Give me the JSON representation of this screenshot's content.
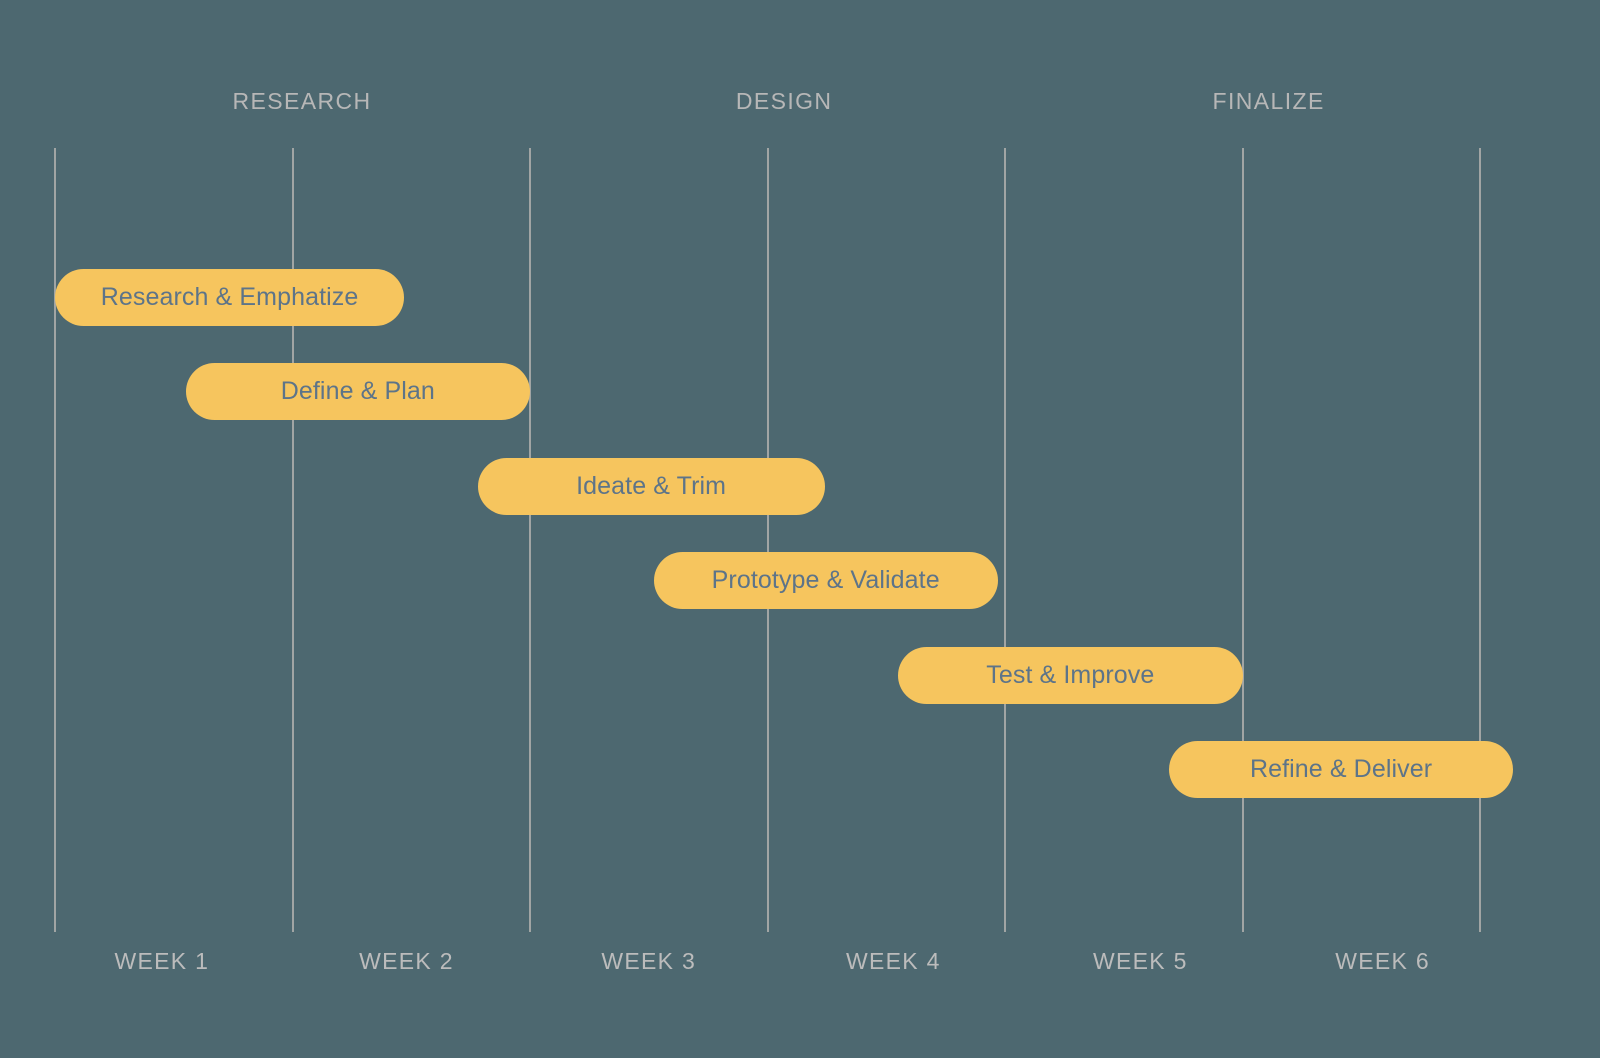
{
  "chart_data": {
    "type": "bar",
    "chart_kind": "gantt",
    "title": "",
    "xlabel": "",
    "ylabel": "",
    "background_color": "#4d6870",
    "bar_color": "#f6c55e",
    "bar_text_color": "#5d7489",
    "gridline_color": "#b0b0ad",
    "label_color": "#b7b7b7",
    "grid": true,
    "legend": "none",
    "x_unit": "week",
    "xlim": [
      0,
      6
    ],
    "categories": [
      "Research & Emphatize",
      "Define & Plan",
      "Ideate & Trim",
      "Prototype & Validate",
      "Test & Improve",
      "Refine & Deliver"
    ],
    "tasks": [
      {
        "name": "Research & Emphatize",
        "start_week": 0.0,
        "end_week": 1.47,
        "row": 0
      },
      {
        "name": "Define & Plan",
        "start_week": 0.55,
        "end_week": 2.0,
        "row": 1
      },
      {
        "name": "Ideate & Trim",
        "start_week": 1.78,
        "end_week": 3.24,
        "row": 2
      },
      {
        "name": "Prototype & Validate",
        "start_week": 2.52,
        "end_week": 3.97,
        "row": 3
      },
      {
        "name": "Test & Improve",
        "start_week": 3.55,
        "end_week": 5.0,
        "row": 4
      },
      {
        "name": "Refine & Deliver",
        "start_week": 4.69,
        "end_week": 6.14,
        "row": 5
      }
    ],
    "phases": [
      {
        "label": "RESEARCH",
        "center_week": 1.04
      },
      {
        "label": "DESIGN",
        "center_week": 3.07
      },
      {
        "label": "FINALIZE",
        "center_week": 5.11
      }
    ],
    "week_ticks": [
      {
        "label": "WEEK 1",
        "center_week": 0.45
      },
      {
        "label": "WEEK 2",
        "center_week": 1.48
      },
      {
        "label": "WEEK 3",
        "center_week": 2.5
      },
      {
        "label": "WEEK 4",
        "center_week": 3.53
      },
      {
        "label": "WEEK 5",
        "center_week": 4.57
      },
      {
        "label": "WEEK 6",
        "center_week": 5.59
      }
    ],
    "gridline_weeks": [
      0,
      1,
      2,
      3,
      4,
      5,
      6
    ]
  },
  "phase_headers": [
    {
      "label": "RESEARCH"
    },
    {
      "label": "DESIGN"
    },
    {
      "label": "FINALIZE"
    }
  ],
  "week_axis": [
    {
      "label": "WEEK 1"
    },
    {
      "label": "WEEK 2"
    },
    {
      "label": "WEEK 3"
    },
    {
      "label": "WEEK 4"
    },
    {
      "label": "WEEK 5"
    },
    {
      "label": "WEEK 6"
    }
  ],
  "bars": [
    {
      "label": "Research & Emphatize"
    },
    {
      "label": "Define & Plan"
    },
    {
      "label": "Ideate & Trim"
    },
    {
      "label": "Prototype & Validate"
    },
    {
      "label": "Test & Improve"
    },
    {
      "label": "Refine & Deliver"
    }
  ]
}
